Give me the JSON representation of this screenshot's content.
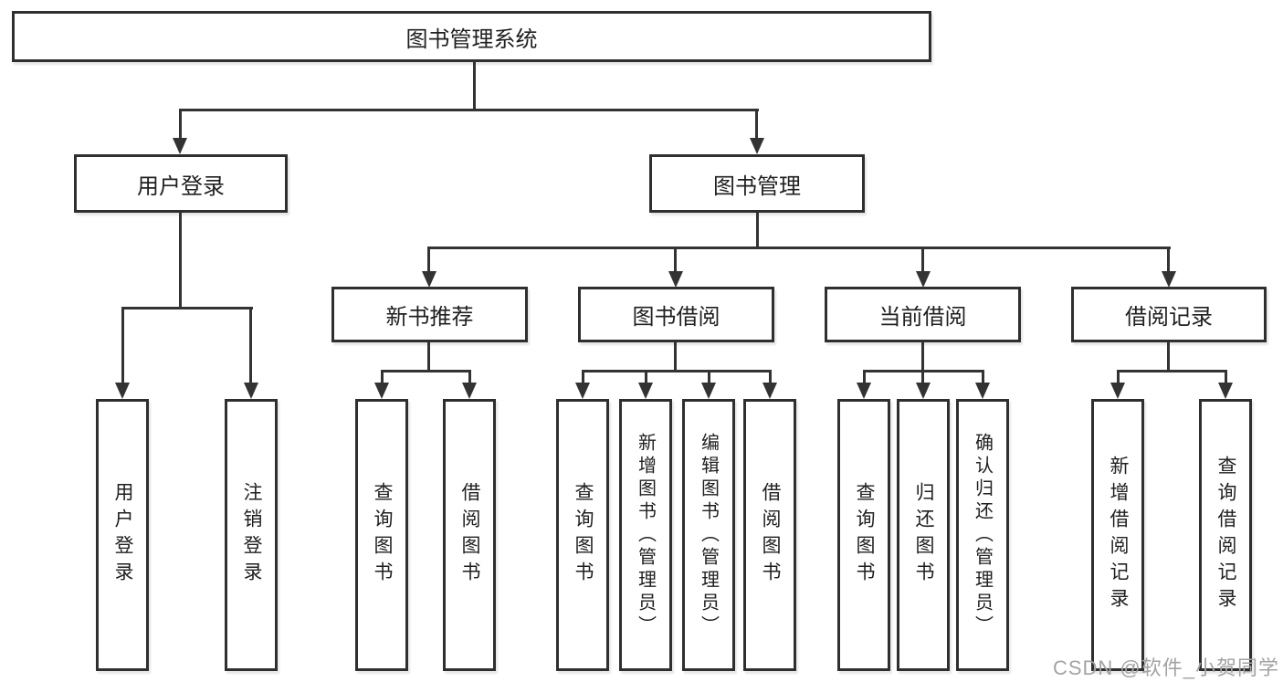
{
  "colors": {
    "line": "#333333",
    "border": "#2f2f2f",
    "text": "#1f1f1f",
    "watermark": "#a3a3a3",
    "background": "#ffffff"
  },
  "watermark": {
    "text": "CSDN @软件_小贺同学"
  },
  "diagram": {
    "root": {
      "label": "图书管理系统"
    },
    "level2": [
      {
        "label": "用户登录"
      },
      {
        "label": "图书管理"
      }
    ],
    "level3": [
      {
        "label": "新书推荐"
      },
      {
        "label": "图书借阅"
      },
      {
        "label": "当前借阅"
      },
      {
        "label": "借阅记录"
      }
    ],
    "leaves": [
      {
        "label": "用户登录"
      },
      {
        "label": "注销登录"
      },
      {
        "label": "查询图书"
      },
      {
        "label": "借阅图书"
      },
      {
        "label": "查询图书"
      },
      {
        "label": "新增图书（管理员）"
      },
      {
        "label": "编辑图书（管理员）"
      },
      {
        "label": "借阅图书"
      },
      {
        "label": "查询图书"
      },
      {
        "label": "归还图书"
      },
      {
        "label": "确认归还（管理员）"
      },
      {
        "label": "新增借阅记录"
      },
      {
        "label": "查询借阅记录"
      }
    ]
  }
}
